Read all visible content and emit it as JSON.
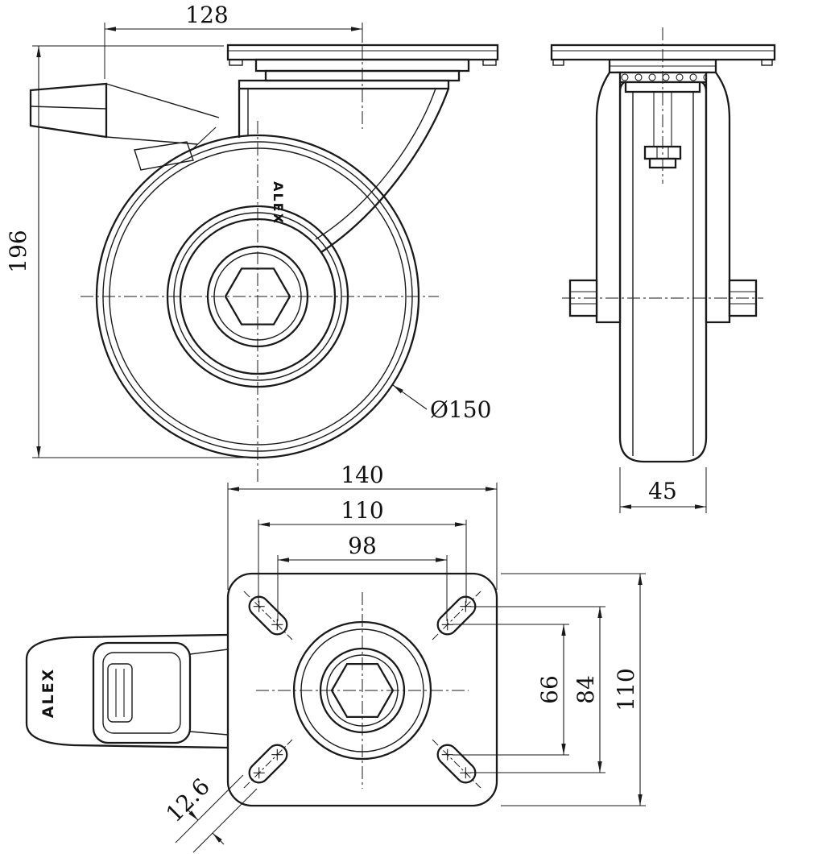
{
  "drawing": {
    "brand": "ALEX",
    "side_view": {
      "offset_width": "128",
      "overall_height": "196",
      "wheel_diameter": "Ø150"
    },
    "front_view": {
      "wheel_width": "45"
    },
    "plate_view": {
      "plate_width": "140",
      "bolt_span_outer": "110",
      "bolt_span_inner": "98",
      "bolt_span_vert_inner": "66",
      "bolt_span_vert_outer": "84",
      "plate_depth": "110",
      "slot_width": "12.6"
    }
  }
}
